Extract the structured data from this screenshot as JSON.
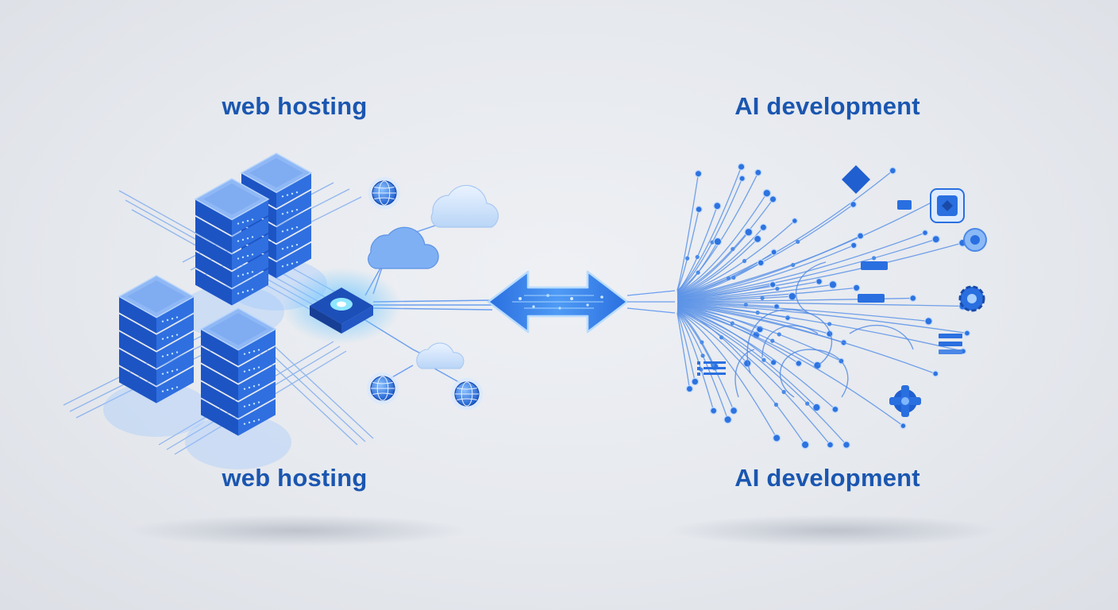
{
  "labels": {
    "left_top": "web hosting",
    "left_bottom": "web hosting",
    "right_top": "AI development",
    "right_bottom": "AI development"
  },
  "colors": {
    "text": "#1a56b0",
    "server_top": "#8fb8f5",
    "server_side": "#2f6fe0",
    "server_front": "#1d54c4",
    "line": "#5a92e6",
    "node": "#2d73e0",
    "cloud": "#d7e7fb",
    "glow": "#7fd0ff"
  },
  "icons": [
    "server-rack-icon",
    "globe-icon",
    "cloud-icon",
    "network-hub-icon",
    "double-arrow-icon",
    "circuit-brain-icon",
    "gear-icon",
    "chip-icon"
  ]
}
